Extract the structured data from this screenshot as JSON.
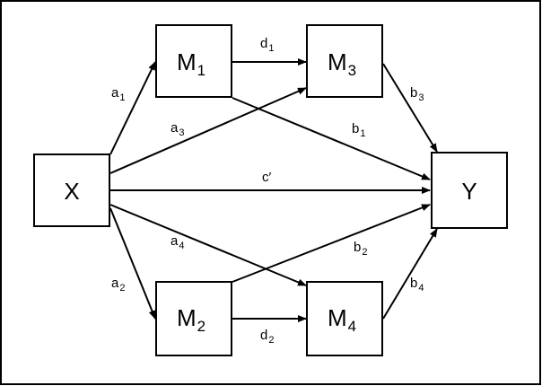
{
  "nodes": {
    "x": {
      "label": "X",
      "sub": ""
    },
    "m1": {
      "label": "M",
      "sub": "1"
    },
    "m2": {
      "label": "M",
      "sub": "2"
    },
    "m3": {
      "label": "M",
      "sub": "3"
    },
    "m4": {
      "label": "M",
      "sub": "4"
    },
    "y": {
      "label": "Y",
      "sub": ""
    }
  },
  "edges": {
    "a1": {
      "label": "a",
      "sub": "1"
    },
    "a2": {
      "label": "a",
      "sub": "2"
    },
    "a3": {
      "label": "a",
      "sub": "3"
    },
    "a4": {
      "label": "a",
      "sub": "4"
    },
    "b1": {
      "label": "b",
      "sub": "1"
    },
    "b2": {
      "label": "b",
      "sub": "2"
    },
    "b3": {
      "label": "b",
      "sub": "3"
    },
    "b4": {
      "label": "b",
      "sub": "4"
    },
    "d1": {
      "label": "d",
      "sub": "1"
    },
    "d2": {
      "label": "d",
      "sub": "2"
    },
    "c": {
      "label": "c′",
      "sub": ""
    }
  },
  "colors": {
    "stroke": "#000000",
    "background": "#ffffff"
  }
}
